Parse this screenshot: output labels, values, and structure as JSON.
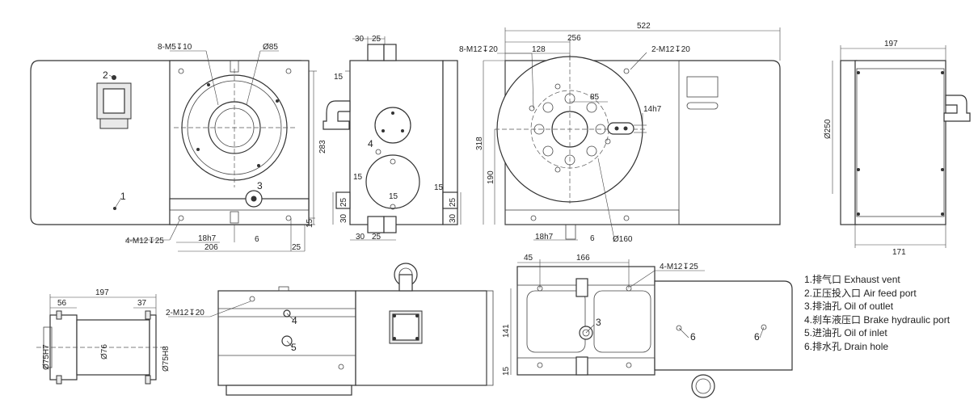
{
  "labels": {
    "front_view": {
      "callout_top": "8-M5↧10",
      "callout_bore": "Ø85",
      "height": "283",
      "base_holes": "4-M12↧25",
      "key": "18h7",
      "width": "206",
      "offset": "6",
      "edge": "25",
      "step": "15",
      "mark_1": "1",
      "mark_2": "2",
      "mark_3": "3"
    },
    "side_view": {
      "top_a": "30",
      "top_b": "25",
      "top_15": "15",
      "left_15": "15",
      "left_25": "25",
      "left_30": "30",
      "mid_15": "15",
      "right_15": "15",
      "right_25": "25",
      "right_30": "30",
      "bot_a": "30",
      "bot_b": "25",
      "mark_4": "4"
    },
    "table_view": {
      "overall": "522",
      "to_center": "256",
      "pitch": "128",
      "callout_holes": "8-M12↧20",
      "callout_right": "2-M12↧20",
      "slot_dim": "85",
      "key_slot": "14h7",
      "height": "318",
      "center_height": "190",
      "key": "18h7",
      "offset": "6",
      "table_dia": "Ø160"
    },
    "end_view": {
      "top_width": "197",
      "bottom_width": "171",
      "dia": "Ø250"
    },
    "shaft_view": {
      "length": "197",
      "left_len": "56",
      "right_len": "37",
      "dia_left": "Ø75H7",
      "dia_mid": "Ø76",
      "dia_right": "Ø75H8"
    },
    "bottom_side_view": {
      "callout": "2-M12↧20",
      "mark_4": "4",
      "mark_5": "5"
    },
    "top_view": {
      "pitch_a": "45",
      "pitch_b": "166",
      "callout": "4-M12↧25",
      "height": "141",
      "step": "15",
      "mark_3": "3",
      "mark_6a": "6",
      "mark_6b": "6"
    }
  },
  "legend": [
    "1.排气口 Exhaust vent",
    "2.正压投入口 Air feed port",
    "3.排油孔  Oil of outlet",
    "4.刹车液压口 Brake hydraulic port",
    "5.进油孔 Oil of inlet",
    "6.排水孔 Drain hole"
  ]
}
